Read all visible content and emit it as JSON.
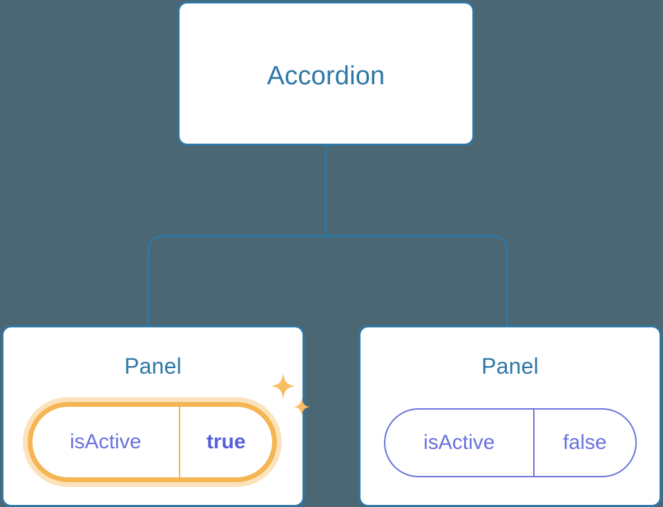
{
  "diagram": {
    "type": "component-tree",
    "background_color": "#4b6773",
    "node_border_color": "#2e77a6",
    "node_title_color": "#2e77a6",
    "connector_color": "#2e77a6",
    "prop_color": "#6872db",
    "highlight_color": "#f5b553",
    "highlight_glow_color": "#fbe3bd",
    "sparkle_color": "#f9bd63",
    "root": {
      "title": "Accordion"
    },
    "children": [
      {
        "title": "Panel",
        "highlighted": true,
        "prop": {
          "key": "isActive",
          "value": "true"
        }
      },
      {
        "title": "Panel",
        "highlighted": false,
        "prop": {
          "key": "isActive",
          "value": "false"
        }
      }
    ],
    "icons": {
      "sparkle_large": "sparkle-icon",
      "sparkle_small": "sparkle-icon"
    }
  }
}
